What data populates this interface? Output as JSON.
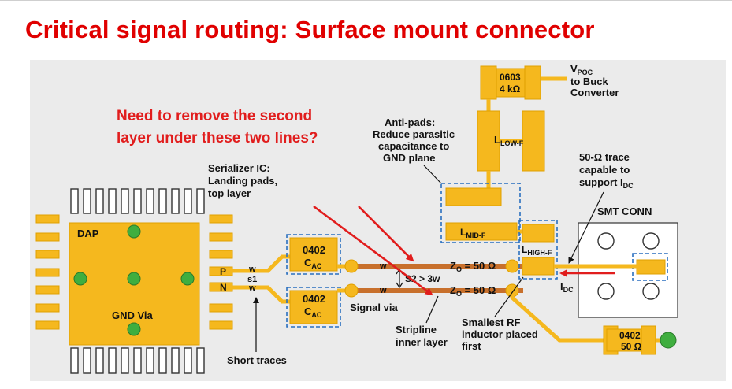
{
  "title": "Critical signal routing: Surface mount connector",
  "question": {
    "line1": "Need to remove the second",
    "line2": "layer under these two lines?"
  },
  "labels": {
    "dap": "DAP",
    "gnd_via": "GND Via",
    "serializer_line1": "Serializer IC:",
    "serializer_line2": "Landing pads,",
    "serializer_line3": "top layer",
    "pin_p": "P",
    "pin_n": "N",
    "w_p": "w",
    "w_n": "w",
    "s1": "s1",
    "short_traces": "Short traces",
    "cap_top_size": "0402",
    "cap_top_name": "C",
    "cap_top_sub": "AC",
    "cap_bot_size": "0402",
    "cap_bot_name": "C",
    "cap_bot_sub": "AC",
    "signal_via": "Signal via",
    "stripline_line1": "Stripline",
    "stripline_line2": "inner layer",
    "w_strip_top": "w",
    "w_strip_bot": "w",
    "s2": "S2 > 3w",
    "z_top": "Z",
    "z_top_sub": "O",
    "z_top_val": " = 50 Ω",
    "z_bot": "Z",
    "z_bot_sub": "O",
    "z_bot_val": " = 50 Ω",
    "antipads_line1": "Anti-pads:",
    "antipads_line2": "Reduce parasitic",
    "antipads_line3": "capacitance to",
    "antipads_line4": "GND plane",
    "res_size": "0603",
    "res_val": "4 kΩ",
    "vpoc_main": "V",
    "vpoc_sub": "POC",
    "vpoc_line2": "to Buck",
    "vpoc_line3": "Converter",
    "llow": "L",
    "llow_sub": "LOW-F",
    "lmid": "L",
    "lmid_sub": "MID-F",
    "lhigh": "L",
    "lhigh_sub": "HIGH-F",
    "trace50_line1": "50-Ω trace",
    "trace50_line2": "capable to",
    "trace50_line3": "support I",
    "trace50_sub": "DC",
    "smt_conn": "SMT CONN",
    "idc": "I",
    "idc_sub": "DC",
    "smallest_line1": "Smallest RF",
    "smallest_line2": "inductor placed",
    "smallest_line3": "first",
    "term_size": "0402",
    "term_val": "50 Ω"
  },
  "colors": {
    "pad": "#f5b81e",
    "pad_stroke": "#e0a000",
    "trace": "#f5b81e",
    "stripline": "#c8702c",
    "via": "#3fae3f",
    "dash": "#2a6fbf",
    "arrow_red": "#e11d1d",
    "title_red": "#e00000"
  }
}
